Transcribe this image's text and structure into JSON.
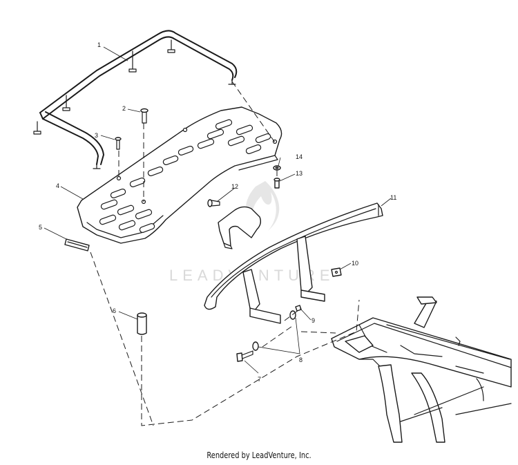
{
  "diagram": {
    "callouts": [
      "1",
      "2",
      "3",
      "4",
      "5",
      "6",
      "7",
      "8",
      "9",
      "10",
      "11",
      "12",
      "13",
      "14"
    ],
    "watermark": "LEADVENTURE"
  },
  "footer": {
    "text": "Rendered by LeadVenture, Inc."
  }
}
